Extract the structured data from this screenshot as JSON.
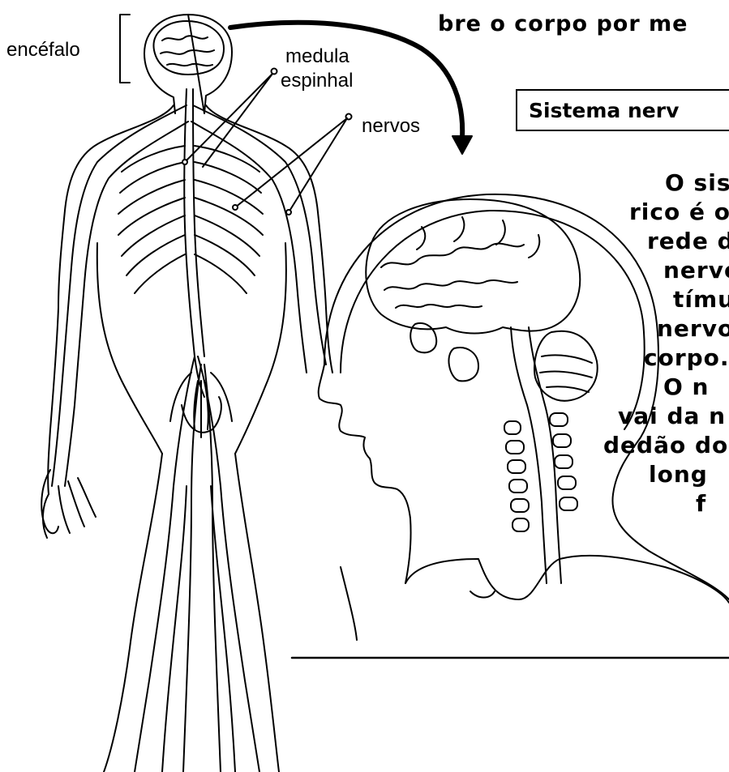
{
  "labels": {
    "encefalo": "encéfalo",
    "medula": "medula",
    "espinhal": "espinhal",
    "nervos": "nervos"
  },
  "text": {
    "header_line": "bre o corpo por me",
    "section_title": "Sistema nerv",
    "body_lines": [
      "O sist",
      "rico é o",
      "rede d",
      "nervo",
      "tímul",
      "nervos",
      "corpo.",
      "O  n",
      "vai da n",
      "dedão do",
      "long",
      "f"
    ]
  },
  "colors": {
    "ink": "#000000",
    "paper": "#ffffff"
  }
}
